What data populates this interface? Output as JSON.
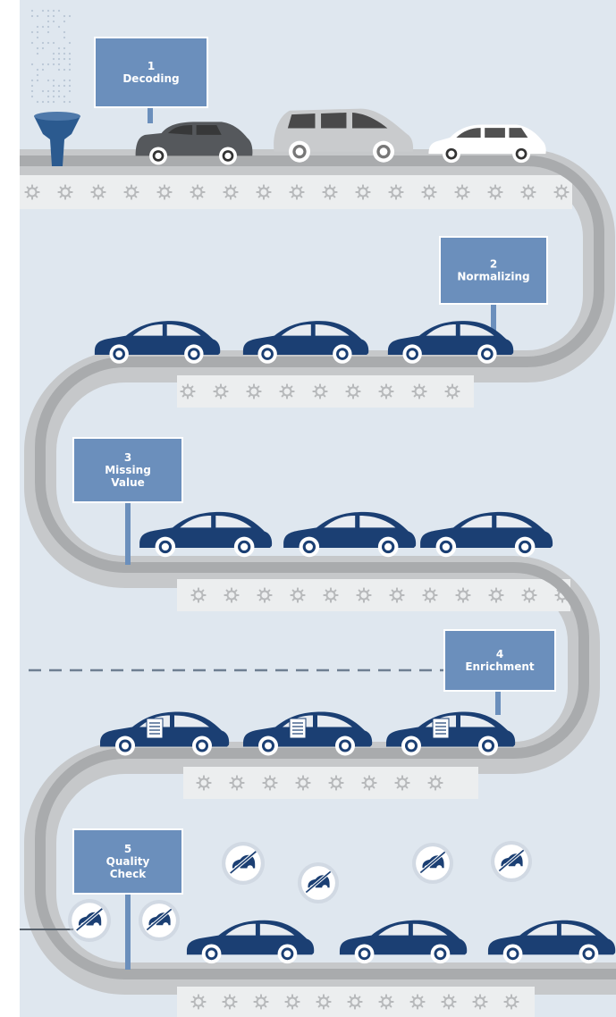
{
  "stages": [
    {
      "number": "1",
      "label_lines": [
        "Decoding"
      ]
    },
    {
      "number": "2",
      "label_lines": [
        "Normalizing"
      ]
    },
    {
      "number": "3",
      "label_lines": [
        "Missing",
        "Value"
      ]
    },
    {
      "number": "4",
      "label_lines": [
        "Enrichment"
      ]
    },
    {
      "number": "5",
      "label_lines": [
        "Quality",
        "Check"
      ]
    }
  ],
  "colors": {
    "background": "#dfe7ef",
    "road": "#a9abad",
    "road_shadow": "#c6c8ca",
    "gear_band": "#eceeef",
    "gear": "#b7b9bb",
    "sign": "#6b8fbc",
    "sign_pole": "#6b8fbc",
    "car_dark_blue": "#1b3f73",
    "car_dark_gray": "#55585c",
    "car_light_gray": "#c9cbcd",
    "car_white": "#ffffff",
    "funnel": "#2b5a8f",
    "rejected_icon": "#1b3f73"
  },
  "icons": {
    "funnel": "funnel-icon",
    "gear": "gear-icon",
    "rejected": "no-car-icon",
    "document": "document-icon"
  }
}
